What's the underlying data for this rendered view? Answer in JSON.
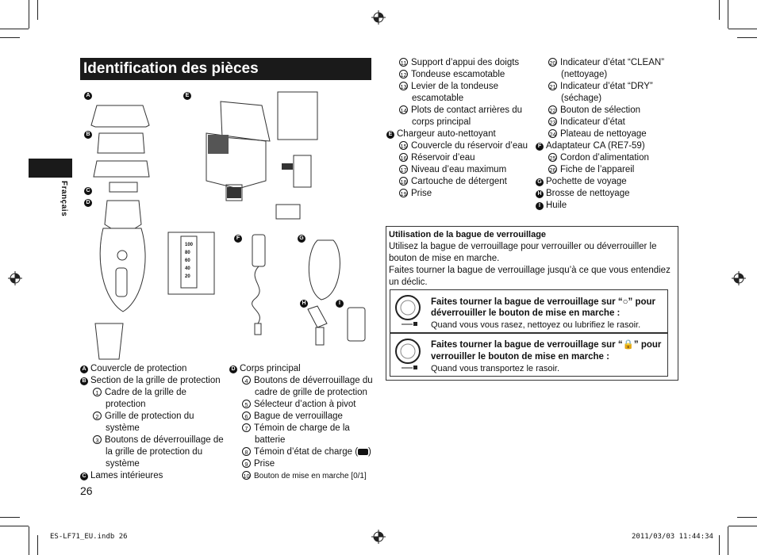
{
  "page_title": "Identification des pièces",
  "side_label": "Français",
  "page_number": "26",
  "footer": {
    "file": "ES-LF71_EU.indb   26",
    "datetime": "2011/03/03   11:44:34"
  },
  "diagram_labels": {
    "A": "A",
    "B": "B",
    "C": "C",
    "D": "D",
    "E": "E",
    "F": "F",
    "G": "G",
    "H": "H",
    "I": "I",
    "scale": [
      "100",
      "80",
      "60",
      "40",
      "20"
    ]
  },
  "col1": [
    {
      "badge": "A",
      "text": "Couvercle de protection"
    },
    {
      "badge": "B",
      "text": "Section de la grille de protection"
    },
    {
      "num": "1",
      "text": "Cadre de la grille de",
      "text2": "protection"
    },
    {
      "num": "2",
      "text": "Grille de protection du",
      "text2": "système"
    },
    {
      "num": "3",
      "text": "Boutons de déverrouillage de",
      "text2": "la grille de protection du",
      "text3": "système"
    },
    {
      "badge": "C",
      "text": "Lames intérieures"
    }
  ],
  "col2": [
    {
      "badge": "D",
      "text": "Corps principal"
    },
    {
      "num": "4",
      "text": "Boutons de déverrouillage du",
      "text2": "cadre de grille de protection"
    },
    {
      "num": "5",
      "text": "Sélecteur d’action à pivot"
    },
    {
      "num": "6",
      "text": "Bague de verrouillage"
    },
    {
      "num": "7",
      "text": "Témoin de charge de la",
      "text2": "batterie"
    },
    {
      "num": "8",
      "text": "Témoin d’état de charge (",
      "text_end": ")"
    },
    {
      "num": "9",
      "text": "Prise"
    },
    {
      "num": "10",
      "text": "Bouton de mise en marche [0/1]"
    }
  ],
  "col3": [
    {
      "num": "11",
      "text": "Support d’appui des doigts"
    },
    {
      "num": "12",
      "text": "Tondeuse escamotable"
    },
    {
      "num": "13",
      "text": "Levier de la tondeuse",
      "text2": "escamotable"
    },
    {
      "num": "14",
      "text": "Plots de contact arrières du",
      "text2": "corps principal"
    },
    {
      "badge": "E",
      "text": "Chargeur auto-nettoyant"
    },
    {
      "num": "15",
      "text": "Couvercle du réservoir d’eau"
    },
    {
      "num": "16",
      "text": "Réservoir d’eau"
    },
    {
      "num": "17",
      "text": "Niveau d’eau maximum"
    },
    {
      "num": "18",
      "text": "Cartouche de détergent"
    },
    {
      "num": "19",
      "text": "Prise"
    }
  ],
  "col4": [
    {
      "num": "20",
      "text": "Indicateur d’état “CLEAN”",
      "text2": "(nettoyage)"
    },
    {
      "num": "21",
      "text": "Indicateur d’état “DRY”",
      "text2": "(séchage)"
    },
    {
      "num": "22",
      "text": "Bouton de sélection"
    },
    {
      "num": "23",
      "text": "Indicateur d’état"
    },
    {
      "num": "24",
      "text": "Plateau de nettoyage"
    },
    {
      "badge": "F",
      "text": "Adaptateur CA (RE7-59)"
    },
    {
      "num": "25",
      "text": "Cordon d’alimentation"
    },
    {
      "num": "26",
      "text": "Fiche de l’appareil"
    },
    {
      "badge": "G",
      "text": "Pochette de voyage"
    },
    {
      "badge": "H",
      "text": "Brosse de nettoyage"
    },
    {
      "badge": "I",
      "text": "Huile"
    }
  ],
  "lock_box": {
    "heading": "Utilisation de la bague de verrouillage",
    "line1": "Utilisez la bague de verrouillage pour verrouiller ou déverrouiller le",
    "line2": "bouton de mise en marche.",
    "line3": "Faites tourner la bague de verrouillage jusqu’à ce que vous entendiez",
    "line4": "un déclic.",
    "unlock_title1": "Faites tourner la bague de verrouillage sur “",
    "unlock_title1b": "” pour",
    "unlock_title2": "déverrouiller le bouton de mise en marche :",
    "unlock_desc": "Quand vous vous rasez, nettoyez ou lubrifiez le rasoir.",
    "lock_title1": "Faites tourner la bague de verrouillage sur “",
    "lock_title1b": "” pour",
    "lock_title2": "verrouiller le bouton de mise en marche :",
    "lock_desc": "Quand vous transportez le rasoir."
  }
}
